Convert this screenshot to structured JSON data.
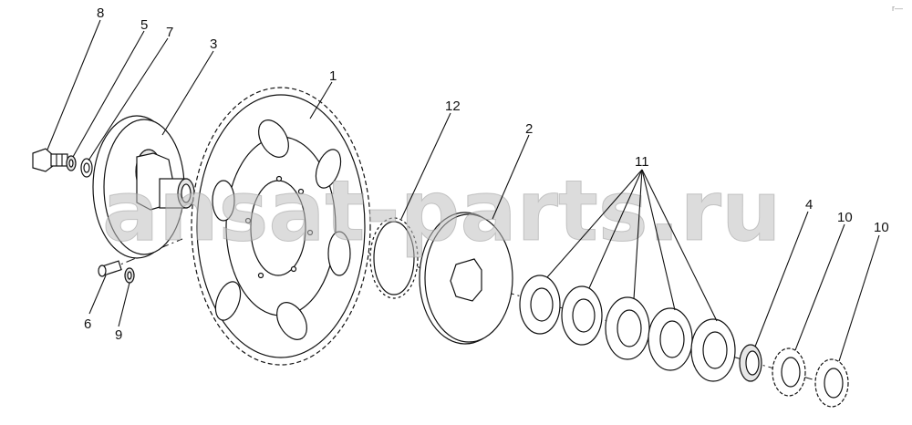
{
  "watermark": "ansat-parts.ru",
  "corner_mark": "r—",
  "callouts": [
    {
      "id": "c8",
      "label": "8"
    },
    {
      "id": "c5",
      "label": "5"
    },
    {
      "id": "c7",
      "label": "7"
    },
    {
      "id": "c3",
      "label": "3"
    },
    {
      "id": "c1",
      "label": "1"
    },
    {
      "id": "c12",
      "label": "12"
    },
    {
      "id": "c2",
      "label": "2"
    },
    {
      "id": "c11",
      "label": "11"
    },
    {
      "id": "c4",
      "label": "4"
    },
    {
      "id": "c10a",
      "label": "10"
    },
    {
      "id": "c10b",
      "label": "10"
    },
    {
      "id": "c6",
      "label": "6"
    },
    {
      "id": "c9",
      "label": "9"
    }
  ]
}
